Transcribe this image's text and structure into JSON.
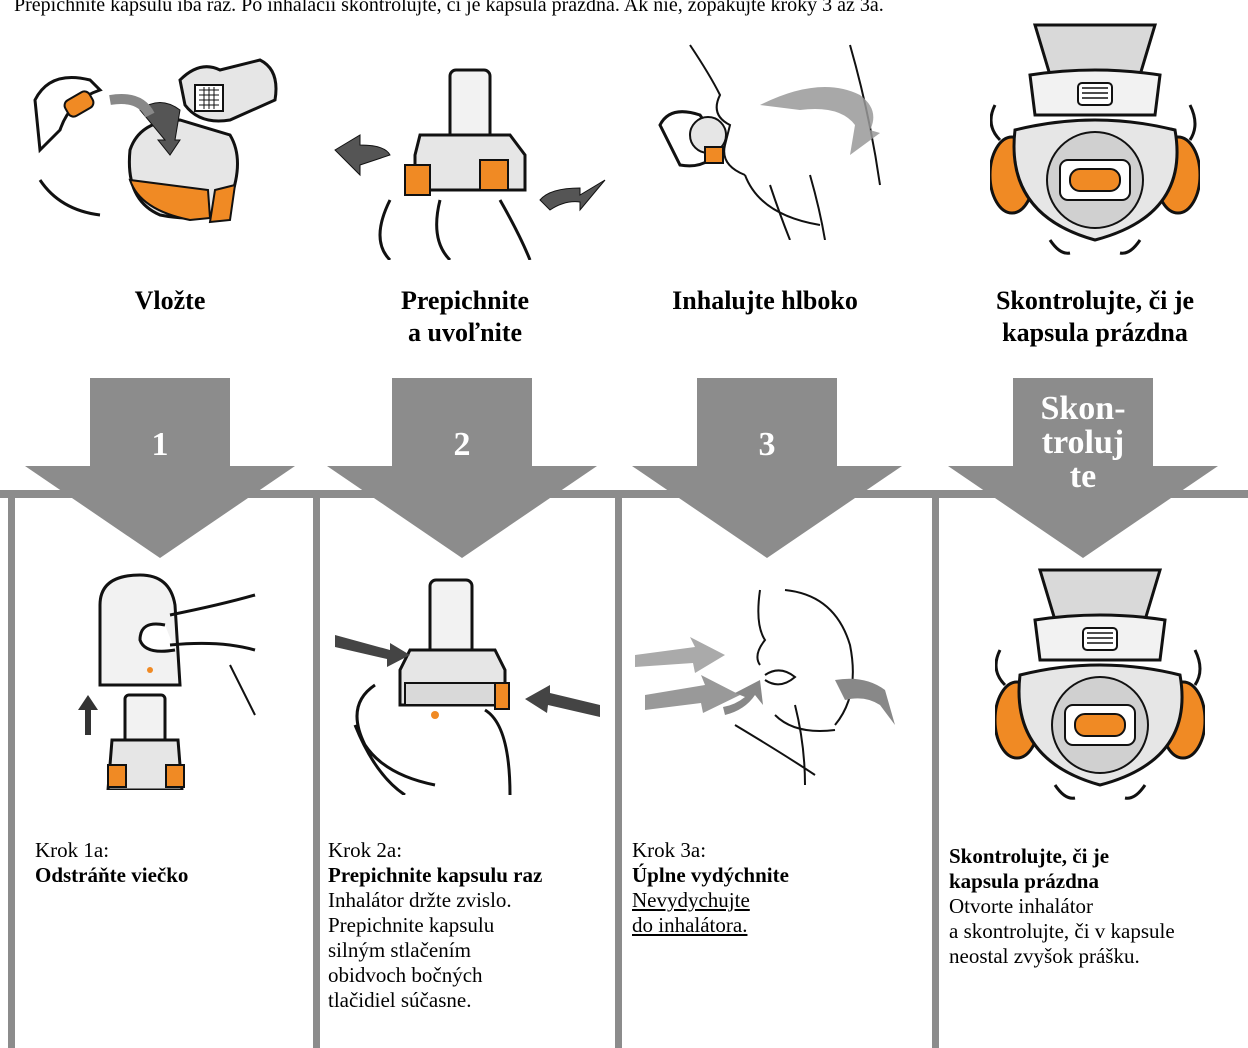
{
  "top_note": "Prepichnite kapsulu iba raz. Po inhalácii skontrolujte, či je kapsula prázdna. Ak nie, zopakujte kroky 3 až 3a.",
  "steps": [
    {
      "title_line1": "Vložte",
      "title_line2": "",
      "arrow_label": "1"
    },
    {
      "title_line1": "Prepichnite",
      "title_line2": "a uvoľnite",
      "arrow_label": "2"
    },
    {
      "title_line1": "Inhalujte hlboko",
      "title_line2": "",
      "arrow_label": "3"
    },
    {
      "title_line1": "Skontrolujte, či je",
      "title_line2": "kapsula prázdna",
      "arrow_label_lines": [
        "Skon-",
        "troluj",
        "te"
      ]
    }
  ],
  "panels": [
    {
      "label": "Krok 1a:",
      "heading": "Odstráňte viečko",
      "lines": []
    },
    {
      "label": "Krok 2a:",
      "heading": "Prepichnite kapsulu raz",
      "lines": [
        "Inhalátor držte zvislo.",
        "Prepichnite kapsulu",
        "silným stlačením",
        "obidvoch bočných",
        "tlačidiel súčasne."
      ]
    },
    {
      "label": "Krok 3a:",
      "heading": "Úplne vydýchnite",
      "underlined_lines": [
        "Nevydychujte",
        "do inhalátora."
      ]
    },
    {
      "label": "",
      "heading_lines": [
        "Skontrolujte, či je",
        "kapsula prázdna"
      ],
      "lines": [
        "Otvorte inhalátor",
        "a skontrolujte, či v kapsule",
        "neostal zvyšok prášku."
      ]
    }
  ],
  "colors": {
    "arrow": "#8c8c8c",
    "orange": "#f08a24",
    "device_gray": "#e6e6e6",
    "outline": "#111111"
  }
}
